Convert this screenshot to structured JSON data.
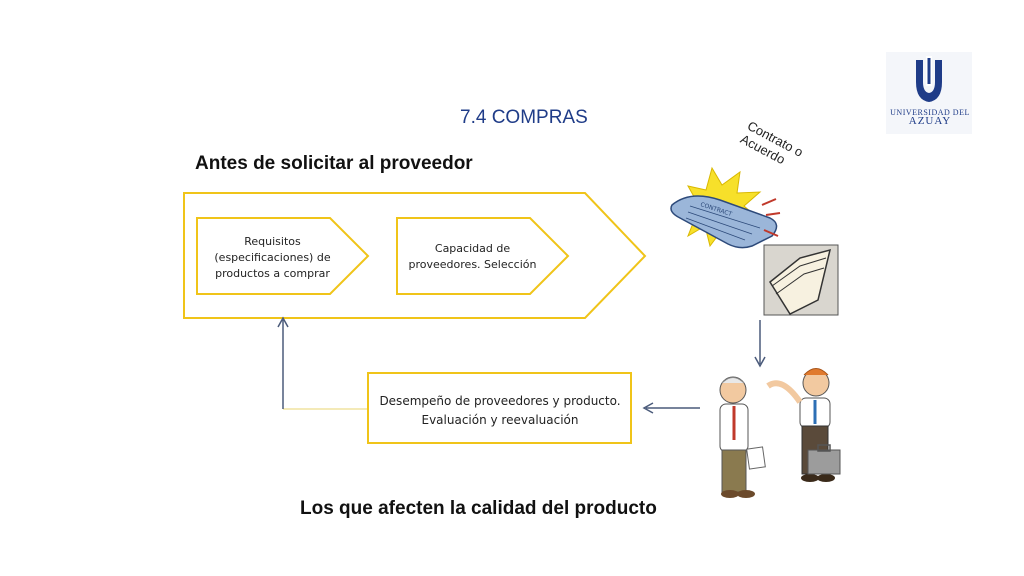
{
  "slide": {
    "title": "7.4 COMPRAS",
    "subtitle": "Antes de solicitar al proveedor",
    "bottom_text": "Los que afecten la calidad del producto",
    "contract_label": "Contrato o Acuerdo"
  },
  "process": {
    "step1": "Requisitos (especificaciones) de productos a comprar",
    "step2": "Capacidad de proveedores. Selección",
    "step3_line1": "Desempeño de proveedores y producto.",
    "step3_line2": "Evaluación y reevaluación"
  },
  "logo": {
    "line1": "UNIVERSIDAD DEL",
    "line2": "AZUAY"
  },
  "illustration": {
    "contract_text": "CONTRACT"
  },
  "colors": {
    "accent_yellow": "#f0c419",
    "title_blue": "#1f3c88",
    "arrow_gray": "#4a5a7a"
  }
}
